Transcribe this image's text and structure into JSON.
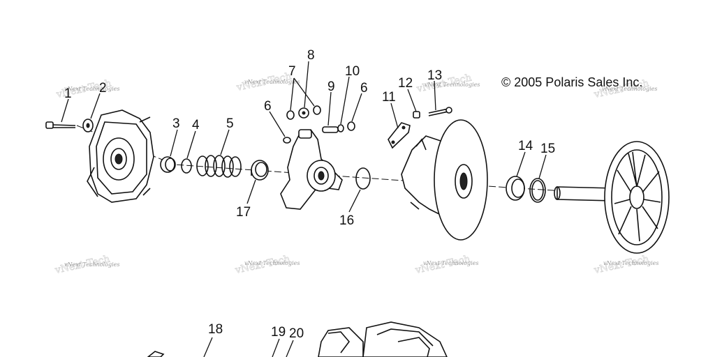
{
  "copyright": "© 2005 Polaris Sales Inc.",
  "watermark_text": "vNext Technologies",
  "callouts": [
    "1",
    "2",
    "3",
    "4",
    "5",
    "6",
    "6",
    "7",
    "8",
    "9",
    "10",
    "11",
    "12",
    "13",
    "14",
    "15",
    "16",
    "17",
    "18",
    "19",
    "20"
  ]
}
